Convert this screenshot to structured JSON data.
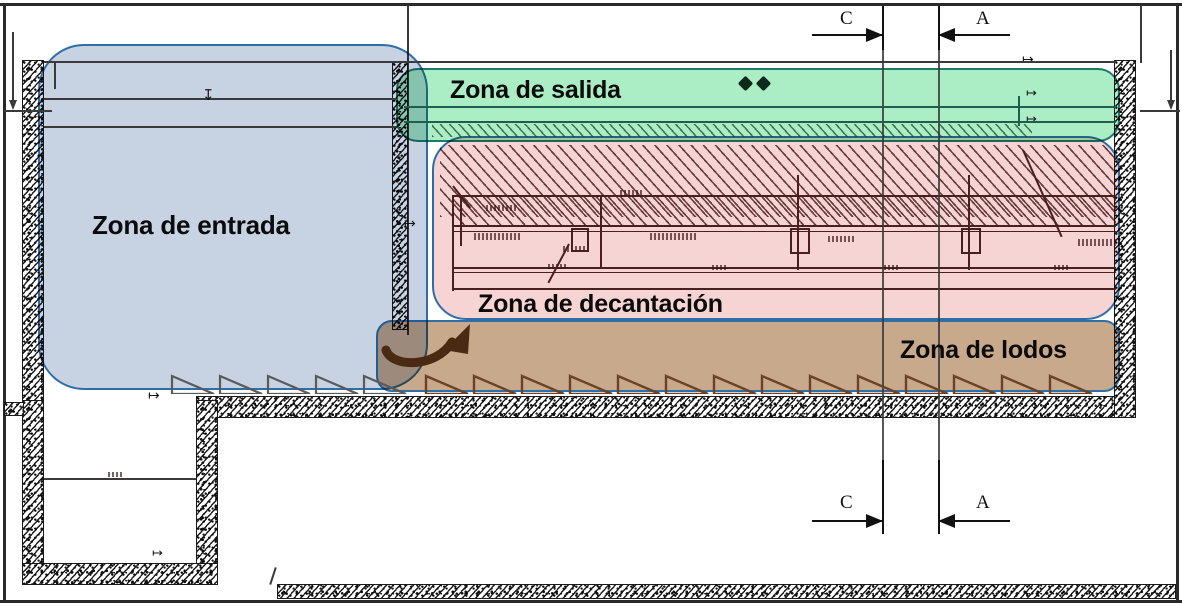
{
  "drawing": {
    "title": "Corte longitudinal de decantador - zonas funcionales",
    "type": "cross-section",
    "background": "#ffffff"
  },
  "zones": [
    {
      "id": "entrada",
      "label": "Zona de entrada",
      "fill": "#c7d2e3",
      "stroke": "#2f6ea5",
      "label_color": "#0b0b0b"
    },
    {
      "id": "salida",
      "label": "Zona de salida",
      "fill": "#abedc4",
      "stroke": "#1d7a68",
      "label_color": "#0b0b0b"
    },
    {
      "id": "decantacion",
      "label": "Zona de decantación",
      "fill": "#f7d4d4",
      "stroke": "#2f6ea5",
      "label_color": "#0b0b0b"
    },
    {
      "id": "lodos",
      "label": "Zona de lodos",
      "fill": "#c8a98c",
      "stroke": "#2f6ea5",
      "label_color": "#0b0b0b"
    }
  ],
  "section_markers": {
    "top": [
      {
        "label": "C"
      },
      {
        "label": "A"
      }
    ],
    "bottom": [
      {
        "label": "C"
      },
      {
        "label": "A"
      }
    ]
  },
  "colors": {
    "concrete_hatch": "#1a1a1a",
    "frame": "#2a2a2a",
    "scraper_blade": "#6b4226",
    "flow_arrow": "#4a2a12",
    "marker_diamond": "#0d2a18"
  },
  "annotations": {
    "flow_arrow_name": "sludge-recirculation-arrow",
    "diamond_markers_count": 2,
    "scraper_blade_count_lodos": 15,
    "scraper_blade_count_entrada": 6
  }
}
